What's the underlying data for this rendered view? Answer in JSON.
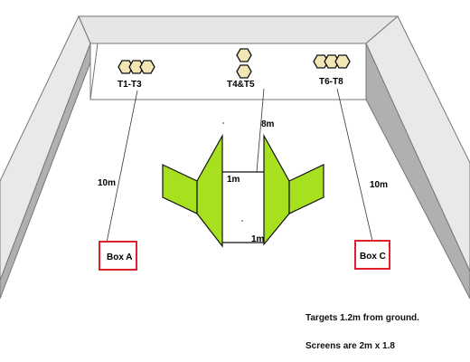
{
  "diagram": {
    "targets": [
      {
        "label": "T1-T3"
      },
      {
        "label": "T4&T5"
      },
      {
        "label": "T6-T8"
      }
    ],
    "distances": {
      "left": "10m",
      "center": "8m",
      "right": "10m",
      "gap_top": "1m",
      "gap_bottom": "1m"
    },
    "boxes": [
      {
        "label": "Box A"
      },
      {
        "label": "Box C"
      }
    ],
    "notes": [
      "Targets 1.2m from ground.",
      "Screens are 2m x 1.8"
    ],
    "colors": {
      "screen_fill": "#a6e01f",
      "wall_light": "#e6e6e6",
      "wall_dark": "#b3b3b3",
      "back_wall": "#ffffff",
      "target_fill": "#f2e6b4",
      "box_border": "#e0202a"
    }
  }
}
